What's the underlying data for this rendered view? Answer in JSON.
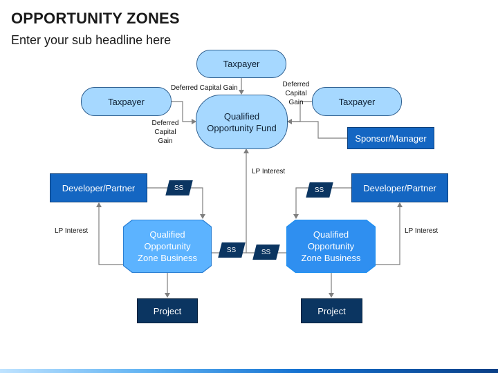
{
  "header": {
    "title": "OPPORTUNITY ZONES",
    "subtitle": "Enter your sub headline here"
  },
  "nodes": {
    "taxpayer_top": "Taxpayer",
    "taxpayer_left": "Taxpayer",
    "taxpayer_right": "Taxpayer",
    "fund": "Qualified Opportunity Fund",
    "sponsor": "Sponsor/Manager",
    "developer_left": "Developer/Partner",
    "developer_right": "Developer/Partner",
    "business_left": "Qualified Opportunity Zone Business",
    "business_right": "Qualified Opportunity Zone Business",
    "project_left": "Project",
    "project_right": "Project"
  },
  "labels": {
    "deferred_top": "Deferred Capital Gain",
    "deferred_left": "Deferred Capital Gain",
    "deferred_right": "Deferred Capital Gain",
    "lp_interest_center": "LP Interest",
    "lp_interest_left": "LP Interest",
    "lp_interest_right": "LP Interest"
  },
  "tags": {
    "ss_left_top": "SS",
    "ss_right_top": "SS",
    "ss_center_left": "SS",
    "ss_center_right": "SS"
  },
  "colors": {
    "light_node": "#a6d8ff",
    "blue_box": "#1466c2",
    "dark_box": "#0b3561",
    "connector": "#7f7f7f"
  }
}
